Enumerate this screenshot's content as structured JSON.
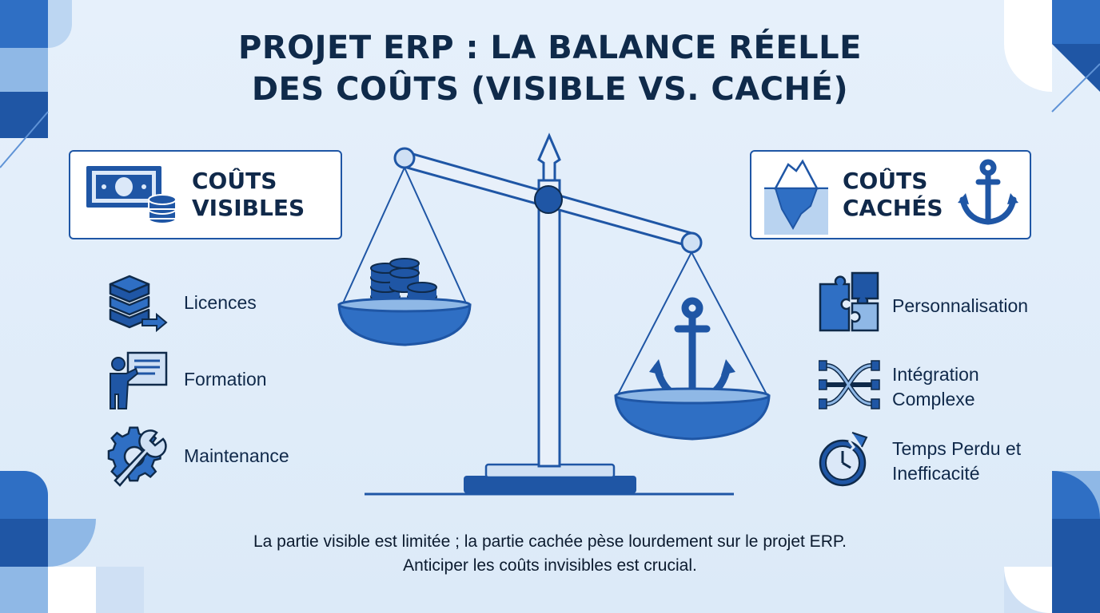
{
  "title": {
    "line1": "PROJET ERP : LA BALANCE RÉELLE",
    "line2": "DES COÛTS (VISIBLE VS. CACHÉ)"
  },
  "visible": {
    "heading_line1": "COÛTS",
    "heading_line2": "VISIBLES",
    "icon": "money-icon",
    "items": [
      {
        "label": "Licences",
        "icon": "server-stack-icon"
      },
      {
        "label": "Formation",
        "icon": "presenter-icon"
      },
      {
        "label": "Maintenance",
        "icon": "gear-wrench-icon"
      }
    ]
  },
  "hidden": {
    "heading_line1": "COÛTS",
    "heading_line2": "CACHÉS",
    "icon": "iceberg-icon",
    "icon2": "anchor-icon",
    "items": [
      {
        "label_line1": "Personnalisation",
        "label_line2": "",
        "icon": "puzzle-icon"
      },
      {
        "label_line1": "Intégration",
        "label_line2": "Complexe",
        "icon": "integration-cables-icon"
      },
      {
        "label_line1": "Temps Perdu et",
        "label_line2": "Inefficacité",
        "icon": "broken-clock-icon"
      }
    ]
  },
  "caption": {
    "line1": "La partie visible est limitée ; la partie cachée pèse lourdement sur le projet ERP.",
    "line2": "Anticiper les coûts invisibles est crucial."
  },
  "colors": {
    "navy": "#10294a",
    "accent": "#1f56a5",
    "light_blue": "#8fb8e6",
    "background": "#e3eefa"
  },
  "scale": {
    "left_pan_content": "coins-icon",
    "right_pan_content": "anchor-icon",
    "heavier_side": "right"
  }
}
